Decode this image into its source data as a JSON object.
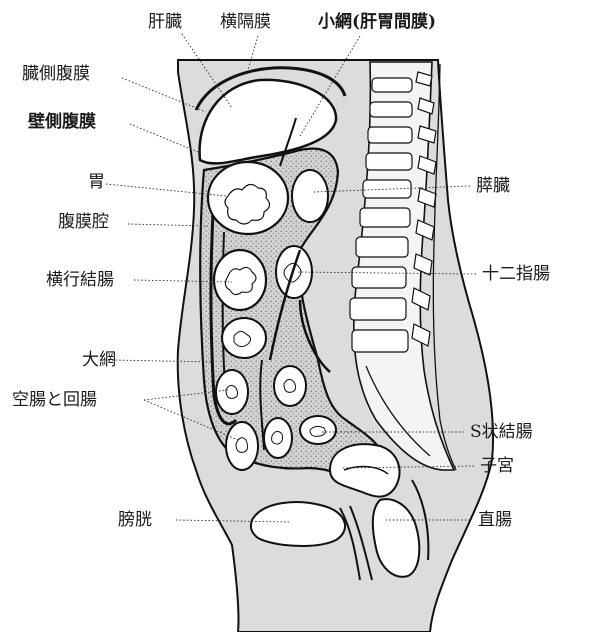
{
  "labels": {
    "liver": "肝臓",
    "diaphragm": "横隔膜",
    "lesser_omentum": "小網(肝胃間膜)",
    "visceral_peritoneum": "臓側腹膜",
    "parietal_peritoneum": "壁側腹膜",
    "stomach": "胃",
    "peritoneal_cavity": "腹膜腔",
    "transverse_colon": "横行結腸",
    "greater_omentum": "大網",
    "jejunum_ileum": "空腸と回腸",
    "bladder": "膀胱",
    "pancreas": "膵臓",
    "duodenum": "十二指腸",
    "sigmoid_colon": "S状結腸",
    "uterus": "子宮",
    "rectum": "直腸"
  },
  "colors": {
    "tissue_fill": "#d9d9d9",
    "stipple_fill": "#c4c4c4",
    "line": "#111111"
  }
}
